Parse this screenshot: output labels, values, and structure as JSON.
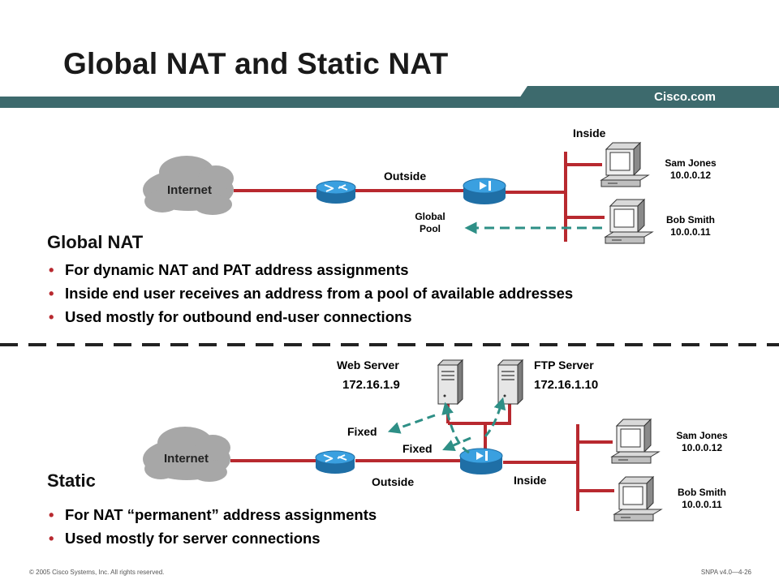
{
  "title": "Global NAT and Static NAT",
  "brand": "Cisco.com",
  "colors": {
    "accent": "#3d6a6d",
    "link": "#b8292f",
    "router": "#2d8fd0",
    "arrow": "#2e8f86"
  },
  "global_section": {
    "inside_label": "Inside",
    "outside_label": "Outside",
    "internet_label": "Internet",
    "pool_label_line1": "Global",
    "pool_label_line2": "Pool",
    "hosts": [
      {
        "name": "Sam Jones",
        "ip": "10.0.0.12"
      },
      {
        "name": "Bob Smith",
        "ip": "10.0.0.11"
      }
    ],
    "heading": "Global NAT",
    "bullets": [
      "For dynamic NAT and PAT address assignments",
      "Inside end user receives an address from a pool of available addresses",
      "Used mostly for outbound end-user connections"
    ]
  },
  "static_section": {
    "web_server": {
      "name": "Web Server",
      "ip": "172.16.1.9"
    },
    "ftp_server": {
      "name": "FTP Server",
      "ip": "172.16.1.10"
    },
    "fixed_label": "Fixed",
    "internet_label": "Internet",
    "outside_label": "Outside",
    "inside_label": "Inside",
    "hosts": [
      {
        "name": "Sam Jones",
        "ip": "10.0.0.12"
      },
      {
        "name": "Bob Smith",
        "ip": "10.0.0.11"
      }
    ],
    "heading": "Static",
    "bullets": [
      "For NAT “permanent” address assignments",
      "Used mostly for server connections"
    ]
  },
  "footer": {
    "left": "© 2005 Cisco Systems, Inc. All rights reserved.",
    "right": "SNPA v4.0—4-26"
  }
}
